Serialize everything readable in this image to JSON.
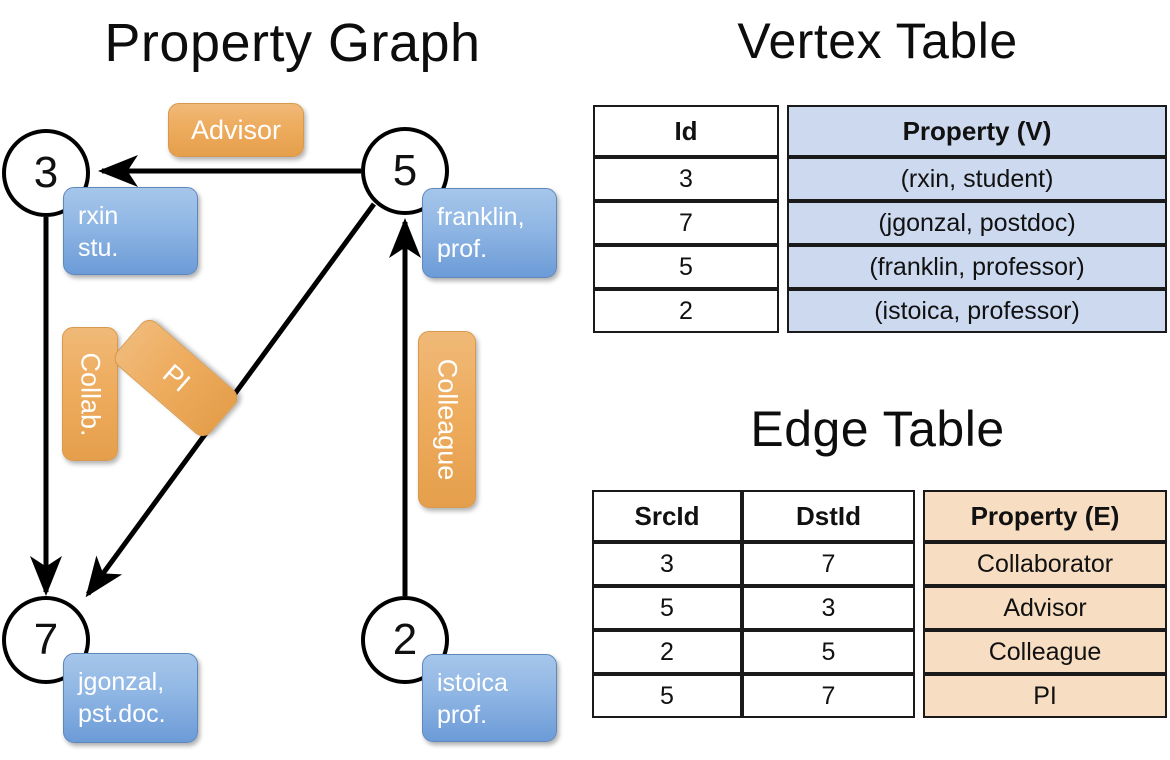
{
  "titles": {
    "property_graph": "Property Graph",
    "vertex_table": "Vertex Table",
    "edge_table": "Edge Table"
  },
  "graph": {
    "nodes": [
      {
        "id": "3",
        "label": "3",
        "property_line1": "rxin",
        "property_line2": "stu."
      },
      {
        "id": "5",
        "label": "5",
        "property_line1": "franklin,",
        "property_line2": "prof."
      },
      {
        "id": "7",
        "label": "7",
        "property_line1": "jgonzal,",
        "property_line2": "pst.doc."
      },
      {
        "id": "2",
        "label": "2",
        "property_line1": "istoica",
        "property_line2": "prof."
      }
    ],
    "edge_labels": [
      {
        "key": "advisor",
        "text": "Advisor",
        "orientation": "horizontal"
      },
      {
        "key": "collab",
        "text": "Collab.",
        "orientation": "vertical"
      },
      {
        "key": "pi",
        "text": "PI",
        "orientation": "rotated"
      },
      {
        "key": "colleague",
        "text": "Colleague",
        "orientation": "vertical"
      }
    ],
    "edges": [
      {
        "src": "5",
        "dst": "3",
        "label": "Advisor"
      },
      {
        "src": "3",
        "dst": "7",
        "label": "Collab."
      },
      {
        "src": "5",
        "dst": "7",
        "label": "PI"
      },
      {
        "src": "2",
        "dst": "5",
        "label": "Colleague"
      }
    ]
  },
  "vertex_table": {
    "headers": [
      "Id",
      "Property (V)"
    ],
    "rows": [
      {
        "id": "3",
        "property": "(rxin, student)"
      },
      {
        "id": "7",
        "property": "(jgonzal, postdoc)"
      },
      {
        "id": "5",
        "property": "(franklin, professor)"
      },
      {
        "id": "2",
        "property": "(istoica, professor)"
      }
    ]
  },
  "edge_table": {
    "headers": [
      "SrcId",
      "DstId",
      "Property (E)"
    ],
    "rows": [
      {
        "src": "3",
        "dst": "7",
        "property": "Collaborator"
      },
      {
        "src": "5",
        "dst": "3",
        "property": "Advisor"
      },
      {
        "src": "2",
        "dst": "5",
        "property": "Colleague"
      },
      {
        "src": "5",
        "dst": "7",
        "property": "PI"
      }
    ]
  },
  "colors": {
    "vertex_property_fill": "#ccd9ef",
    "edge_property_fill": "#f7ddc1",
    "node_box_blue": "#8fb6e4",
    "edge_label_orange": "#eeac5e",
    "stroke": "#000000",
    "background": "#ffffff"
  }
}
